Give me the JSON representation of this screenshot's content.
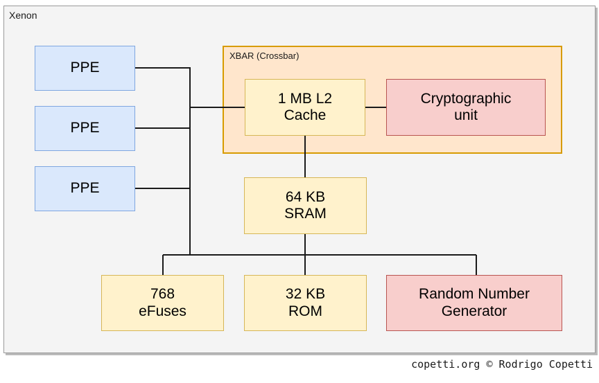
{
  "diagram": {
    "title": "Xenon",
    "groups": [
      {
        "id": "xbar",
        "label": "XBAR (Crossbar)",
        "fill": "#ffe6cc",
        "stroke": "#d79b00"
      }
    ],
    "nodes": [
      {
        "id": "ppe-0",
        "label": "PPE",
        "fill": "#dae8fc",
        "stroke": "#7ea6e0"
      },
      {
        "id": "ppe-1",
        "label": "PPE",
        "fill": "#dae8fc",
        "stroke": "#7ea6e0"
      },
      {
        "id": "ppe-2",
        "label": "PPE",
        "fill": "#dae8fc",
        "stroke": "#7ea6e0"
      },
      {
        "id": "l2-cache",
        "line1": "1 MB L2",
        "line2": "Cache",
        "fill": "#fff2cc",
        "stroke": "#d6b656"
      },
      {
        "id": "crypto",
        "line1": "Cryptographic",
        "line2": "unit",
        "fill": "#f8cecc",
        "stroke": "#b85450"
      },
      {
        "id": "sram",
        "line1": "64 KB",
        "line2": "SRAM",
        "fill": "#fff2cc",
        "stroke": "#d6b656"
      },
      {
        "id": "efuses",
        "line1": "768",
        "line2": "eFuses",
        "fill": "#fff2cc",
        "stroke": "#d6b656"
      },
      {
        "id": "rom",
        "line1": "32 KB",
        "line2": "ROM",
        "fill": "#fff2cc",
        "stroke": "#d6b656"
      },
      {
        "id": "rng",
        "line1": "Random Number",
        "line2": "Generator",
        "fill": "#f8cecc",
        "stroke": "#b85450"
      }
    ],
    "edges": [
      {
        "from": "ppe-0",
        "to": "bus"
      },
      {
        "from": "ppe-1",
        "to": "bus"
      },
      {
        "from": "ppe-2",
        "to": "bus"
      },
      {
        "from": "bus",
        "to": "l2-cache"
      },
      {
        "from": "l2-cache",
        "to": "crypto"
      },
      {
        "from": "l2-cache",
        "to": "sram"
      },
      {
        "from": "sram",
        "to": "lower-bus"
      },
      {
        "from": "bus",
        "to": "lower-bus"
      },
      {
        "from": "lower-bus",
        "to": "efuses"
      },
      {
        "from": "lower-bus",
        "to": "rom"
      },
      {
        "from": "lower-bus",
        "to": "rng"
      }
    ],
    "background": "#f4f4f4",
    "wire_color": "#1a1a1a"
  },
  "footer": {
    "credit": "copetti.org © Rodrigo Copetti"
  }
}
